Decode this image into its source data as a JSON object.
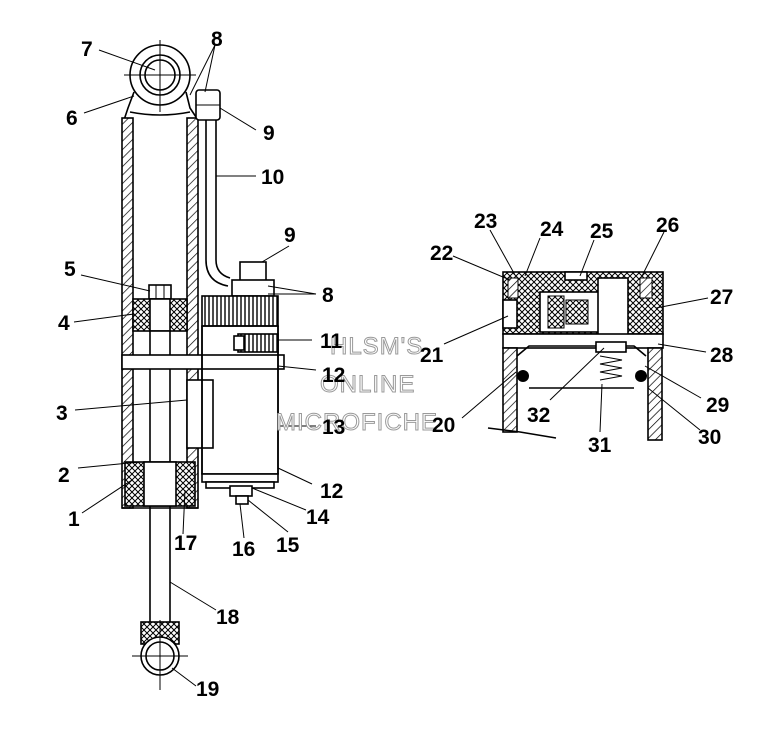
{
  "watermark": [
    "HLSM'S",
    "ONLINE",
    "MICROFICHE"
  ],
  "callouts": {
    "c1": "1",
    "c2": "2",
    "c3": "3",
    "c4": "4",
    "c5": "5",
    "c6": "6",
    "c7": "7",
    "c8a": "8",
    "c8b": "8",
    "c9a": "9",
    "c9b": "9",
    "c10": "10",
    "c11": "11",
    "c12a": "12",
    "c12b": "12",
    "c13": "13",
    "c14": "14",
    "c15": "15",
    "c16": "16",
    "c17": "17",
    "c18": "18",
    "c19": "19",
    "c20": "20",
    "c21": "21",
    "c22": "22",
    "c23": "23",
    "c24": "24",
    "c25": "25",
    "c26": "26",
    "c27": "27",
    "c28": "28",
    "c29": "29",
    "c30": "30",
    "c31": "31",
    "c32": "32"
  }
}
